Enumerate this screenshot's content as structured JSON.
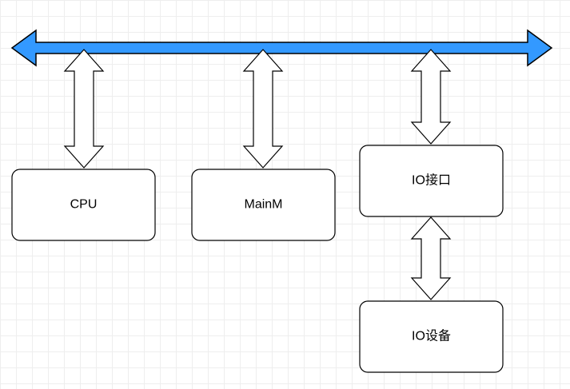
{
  "diagram": {
    "nodes": {
      "cpu": {
        "label": "CPU"
      },
      "mainm": {
        "label": "MainM"
      },
      "io_interface": {
        "label": "IO接口"
      },
      "io_device": {
        "label": "IO设备"
      }
    },
    "edges": [
      {
        "from": "bus",
        "to": "cpu",
        "style": "double-arrow"
      },
      {
        "from": "bus",
        "to": "mainm",
        "style": "double-arrow"
      },
      {
        "from": "bus",
        "to": "io_interface",
        "style": "double-arrow"
      },
      {
        "from": "io_interface",
        "to": "io_device",
        "style": "double-arrow"
      }
    ],
    "colors": {
      "bus_fill": "#3399ff",
      "stroke": "#000000",
      "node_fill": "#ffffff",
      "grid": "#eeeeee"
    }
  }
}
